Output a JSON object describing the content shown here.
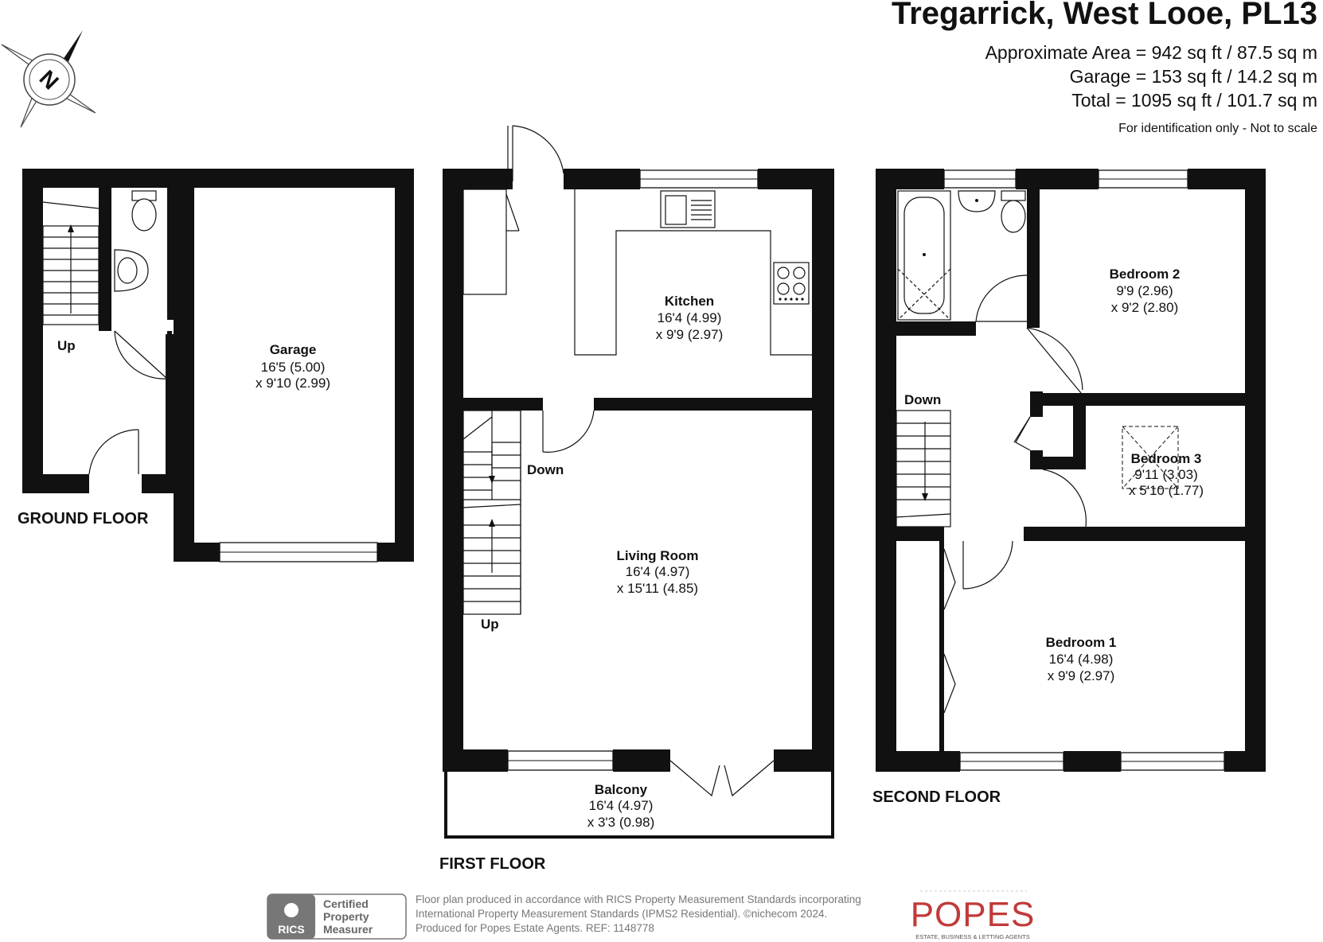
{
  "header": {
    "title": "Tregarrick, West Looe, PL13",
    "area_lines": [
      "Approximate Area = 942 sq ft / 87.5 sq m",
      "Garage = 153 sq ft / 14.2 sq m",
      "Total = 1095 sq ft / 101.7 sq m"
    ],
    "note": "For identification only - Not to scale"
  },
  "compass": {
    "letter": "N",
    "icon": "compass-icon"
  },
  "floors": {
    "ground": {
      "label": "GROUND FLOOR",
      "stair_label": "Up",
      "garage": {
        "name": "Garage",
        "dim1": "16'5 (5.00)",
        "dim2": "x 9'10 (2.99)"
      }
    },
    "first": {
      "label": "FIRST FLOOR",
      "stair_down": "Down",
      "stair_up": "Up",
      "kitchen": {
        "name": "Kitchen",
        "dim1": "16'4 (4.99)",
        "dim2": "x 9'9 (2.97)"
      },
      "living": {
        "name": "Living Room",
        "dim1": "16'4 (4.97)",
        "dim2": "x 15'11 (4.85)"
      },
      "balcony": {
        "name": "Balcony",
        "dim1": "16'4 (4.97)",
        "dim2": "x 3'3 (0.98)"
      }
    },
    "second": {
      "label": "SECOND FLOOR",
      "stair_down": "Down",
      "bedroom2": {
        "name": "Bedroom 2",
        "dim1": "9'9 (2.96)",
        "dim2": "x 9'2 (2.80)"
      },
      "bedroom3": {
        "name": "Bedroom 3",
        "dim1": "9'11 (3.03)",
        "dim2": "x 5'10 (1.77)"
      },
      "bedroom1": {
        "name": "Bedroom 1",
        "dim1": "16'4 (4.98)",
        "dim2": "x 9'9 (2.97)"
      }
    }
  },
  "footer": {
    "rics_badge": {
      "label": "RICS",
      "line1": "Certified",
      "line2": "Property",
      "line3": "Measurer"
    },
    "text_lines": [
      "Floor plan produced in accordance with RICS Property Measurement Standards incorporating",
      "International Property Measurement Standards (IPMS2 Residential).  ©nichecom 2024.",
      "Produced for Popes Estate Agents.   REF:  1148778"
    ],
    "logo": {
      "name": "POPES",
      "tagline": "ESTATE, BUSINESS & LETTING AGENTS"
    }
  },
  "colors": {
    "wall": "#111111",
    "logo": "#c23a3a",
    "footer_text": "#777777"
  }
}
